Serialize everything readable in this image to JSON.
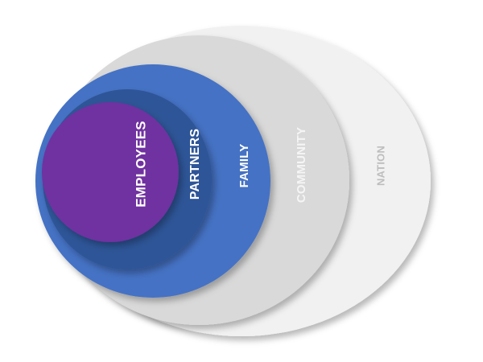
{
  "diagram": {
    "rings": [
      {
        "id": "nation",
        "label": "NATION",
        "fill": "#f1f1f1",
        "text_color": "#bdbdbd"
      },
      {
        "id": "community",
        "label": "COMMUNITY",
        "fill": "#d9d9d9",
        "text_color": "#f5f5f5"
      },
      {
        "id": "family",
        "label": "FAMILY",
        "fill": "#4472c4",
        "text_color": "#ffffff"
      },
      {
        "id": "partners",
        "label": "PARTNERS",
        "fill": "#2f5597",
        "text_color": "#ffffff"
      },
      {
        "id": "employees",
        "label": "EMPLOYEES",
        "fill": "#7030a0",
        "text_color": "#ffffff"
      }
    ]
  }
}
